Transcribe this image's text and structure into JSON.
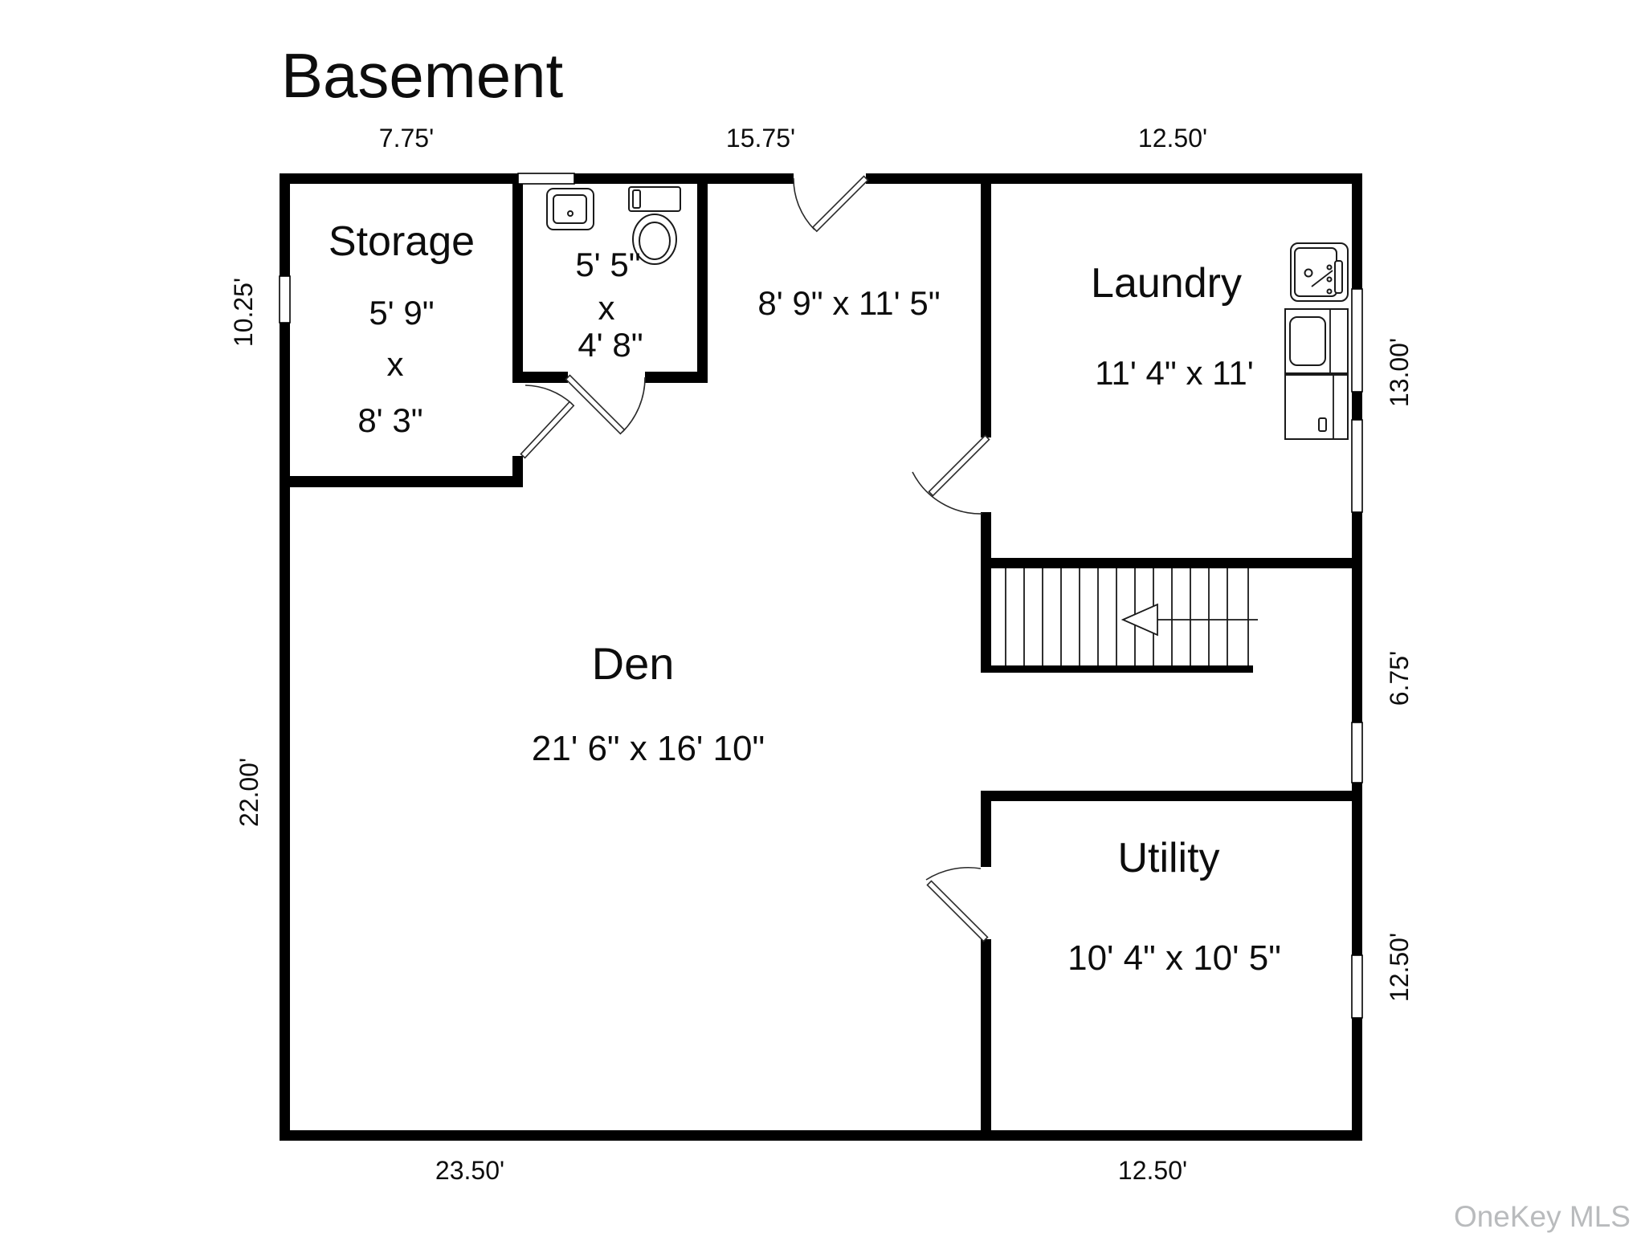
{
  "title": "Basement",
  "watermark": "OneKey MLS",
  "rooms": {
    "storage": {
      "name": "Storage",
      "w": "5' 9\"",
      "x": "x",
      "l": "8' 3\""
    },
    "bathroom": {
      "w": "5' 5\"",
      "x": "x",
      "l": "4' 8\""
    },
    "hall": {
      "dims": "8' 9\" x 11' 5\""
    },
    "laundry": {
      "name": "Laundry",
      "dims": "11' 4\" x 11'"
    },
    "den": {
      "name": "Den",
      "dims": "21' 6\" x 16' 10\""
    },
    "utility": {
      "name": "Utility",
      "dims": "10' 4\" x 10' 5\""
    }
  },
  "dims": {
    "top_left": "7.75'",
    "top_mid": "15.75'",
    "top_right": "12.50'",
    "left_upper": "10.25'",
    "left_lower": "22.00'",
    "right_upper": "13.00'",
    "right_mid": "6.75'",
    "right_lower": "12.50'",
    "bottom_left": "23.50'",
    "bottom_right": "12.50'"
  },
  "colors": {
    "wall": "#000000",
    "text": "#0d0d0d",
    "watermark": "#b9bbbd"
  }
}
